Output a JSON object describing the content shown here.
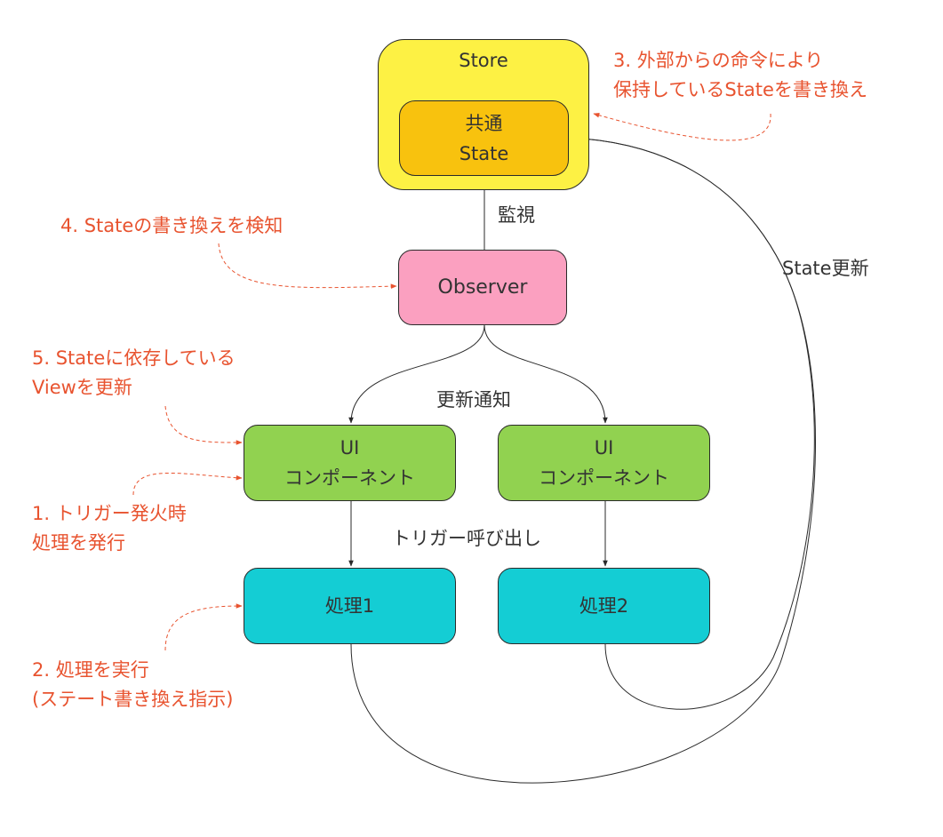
{
  "colors": {
    "store": "#fdf144",
    "state": "#f8c20e",
    "observer": "#fba0c0",
    "ui_component": "#91d250",
    "process": "#14cdd4",
    "annotation": "#e8532f",
    "edge": "#2a2a2a"
  },
  "nodes": {
    "store": {
      "label": "Store"
    },
    "state": {
      "line1": "共通",
      "line2": "State"
    },
    "observer": {
      "label": "Observer"
    },
    "ui1": {
      "line1": "UI",
      "line2": "コンポーネント"
    },
    "ui2": {
      "line1": "UI",
      "line2": "コンポーネント"
    },
    "proc1": {
      "label": "処理1"
    },
    "proc2": {
      "label": "処理2"
    }
  },
  "edge_labels": {
    "watch": "監視",
    "notify": "更新通知",
    "trigger_call": "トリガー呼び出し",
    "state_update": "State更新"
  },
  "annotations": {
    "step1": {
      "line1": "1. トリガー発火時",
      "line2": "処理を発行"
    },
    "step2": {
      "line1": "2. 処理を実行",
      "line2": "(ステート書き換え指示)"
    },
    "step3": {
      "line1": "3. 外部からの命令により",
      "line2": "保持しているStateを書き換え"
    },
    "step4": {
      "line1": "4. Stateの書き換えを検知"
    },
    "step5": {
      "line1": "5. Stateに依存している",
      "line2": "Viewを更新"
    }
  }
}
